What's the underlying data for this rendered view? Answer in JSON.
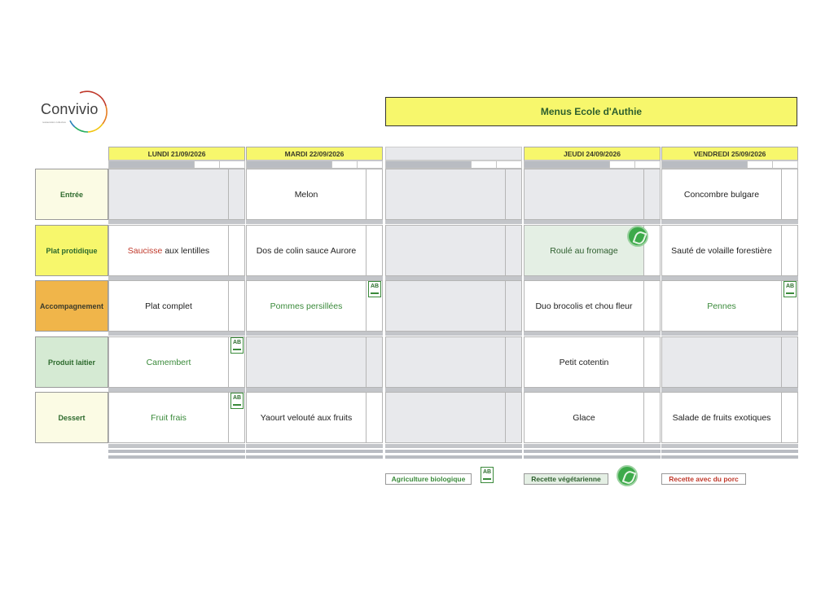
{
  "brand": {
    "name": "Convivio",
    "tagline": "restauration collective"
  },
  "title": "Menus Ecole d'Authie",
  "rows": [
    "Entrée",
    "Plat protidique",
    "Accompagnement",
    "Produit laitier",
    "Dessert"
  ],
  "days": [
    {
      "label": "LUNDI  21/09/2026",
      "items": [
        "",
        "Saucisse aux lentilles",
        "Plat complet",
        "Camembert",
        "Fruit frais"
      ]
    },
    {
      "label": "MARDI 22/09/2026",
      "items": [
        "Melon",
        "Dos de colin sauce Aurore",
        "Pommes persillées",
        "",
        "Yaourt velouté aux fruits"
      ]
    },
    {
      "label": "",
      "items": [
        "",
        "",
        "",
        "",
        ""
      ]
    },
    {
      "label": "JEUDI 24/09/2026",
      "items": [
        "",
        "Roulé au fromage",
        "Duo brocolis et chou fleur",
        "Petit cotentin",
        "Glace"
      ]
    },
    {
      "label": "VENDREDI 25/09/2026",
      "items": [
        "Concombre bulgare",
        "Sauté de volaille forestière",
        "Pennes",
        "",
        "Salade de fruits exotiques"
      ]
    }
  ],
  "saucisse": {
    "pork_word": "Saucisse",
    "rest": " aux lentilles"
  },
  "ab_label": "AB",
  "legend": {
    "bio": "Agriculture biologique",
    "veg": "Recette végétarienne",
    "pork": "Recette avec du porc"
  },
  "colors": {
    "bio_green": "#3a8a3a",
    "pork_red": "#c0392b",
    "header_yellow": "#f7f76c"
  }
}
